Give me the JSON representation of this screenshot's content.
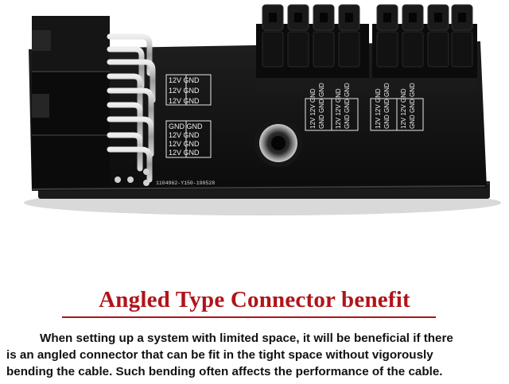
{
  "image": {
    "silk": {
      "left_top": [
        "12V GND",
        "12V GND",
        "12V GND"
      ],
      "left_bottom": [
        "GND GND",
        "12V GND",
        "12V GND",
        "12V GND"
      ],
      "part_code": "1104962-Y150-190528",
      "vertical_group": [
        "12V 12V GND",
        "GND GND GND"
      ]
    }
  },
  "headline": {
    "title": "Angled Type Connector benefit"
  },
  "paragraph": {
    "line1": "When setting up a system with limited space, it will be beneficial if there",
    "line2": "is an angled connector that can be fit in the tight space without vigorously",
    "line3": "bending the cable. Such bending often affects the performance of the cable."
  },
  "colors": {
    "title": "#b0141a",
    "board": "#141414",
    "connector": "#0d0d0d",
    "pins": "#c8c8c8"
  }
}
